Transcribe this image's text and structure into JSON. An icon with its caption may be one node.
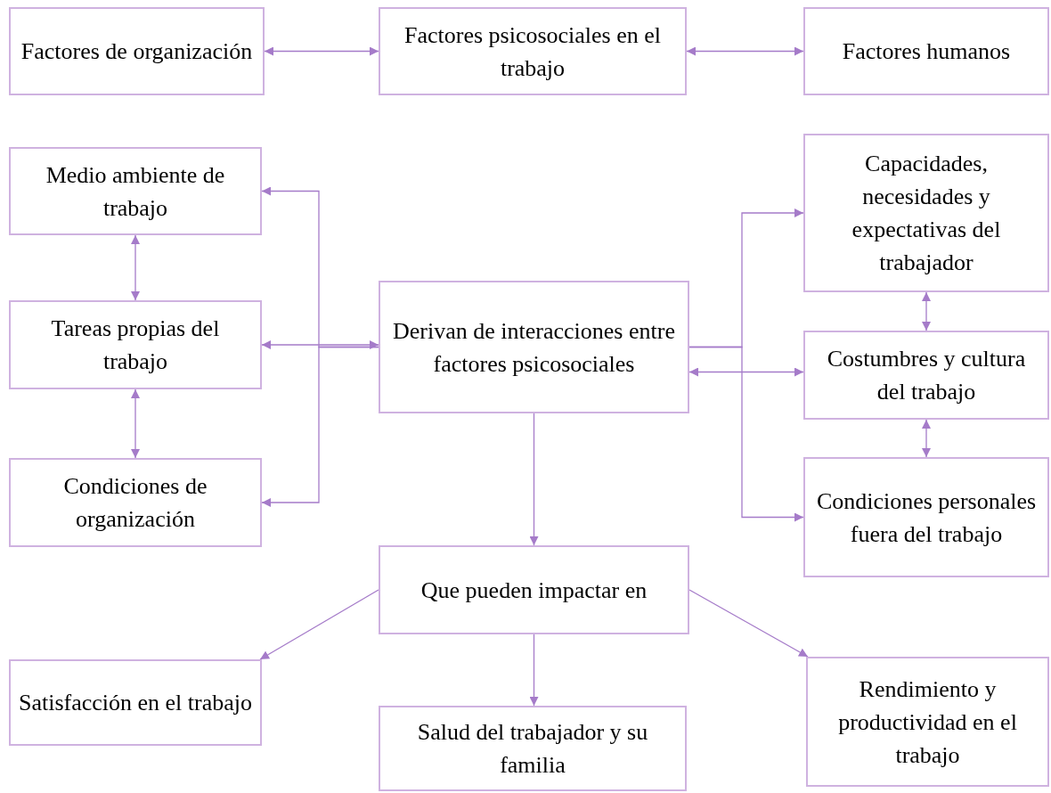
{
  "diagram": {
    "nodes": [
      {
        "text": [
          "Factores de organización"
        ]
      },
      {
        "text": [
          "Factores psicosociales en el trabajo"
        ]
      },
      {
        "text": [
          "Factores humanos"
        ]
      },
      {
        "text": [
          "Medio ambiente de trabajo"
        ]
      },
      {
        "text": [
          "Tareas propias del trabajo"
        ]
      },
      {
        "text": [
          "Condiciones de organización"
        ]
      },
      {
        "text": [
          "Derivan de interacciones entre factores psicosociales"
        ]
      },
      {
        "text": [
          "Capacidades, necesidades y expectativas del trabajador"
        ]
      },
      {
        "text": [
          "Costumbres y cultura del trabajo"
        ]
      },
      {
        "text": [
          "Condiciones personales fuera del trabajo"
        ]
      },
      {
        "text": [
          "Que pueden impactar en"
        ]
      },
      {
        "text": [
          "Satisfacción en el trabajo"
        ]
      },
      {
        "text": [
          "Salud del trabajador y su familia"
        ]
      },
      {
        "text": [
          "Rendimiento y productividad en el trabajo"
        ]
      }
    ],
    "edges": [
      {
        "from": 0,
        "to": 1,
        "arrow": "both"
      },
      {
        "from": 1,
        "to": 2,
        "arrow": "both"
      },
      {
        "from": 3,
        "to": 4,
        "arrow": "both"
      },
      {
        "from": 4,
        "to": 5,
        "arrow": "both"
      },
      {
        "from": 4,
        "to": 6,
        "arrow": "both"
      },
      {
        "from": 6,
        "to": 3,
        "arrow": "to"
      },
      {
        "from": 6,
        "to": 5,
        "arrow": "to"
      },
      {
        "from": 6,
        "to": 8,
        "arrow": "both"
      },
      {
        "from": 6,
        "to": 7,
        "arrow": "to"
      },
      {
        "from": 6,
        "to": 9,
        "arrow": "to"
      },
      {
        "from": 7,
        "to": 8,
        "arrow": "both"
      },
      {
        "from": 8,
        "to": 9,
        "arrow": "both"
      },
      {
        "from": 6,
        "to": 10,
        "arrow": "to"
      },
      {
        "from": 10,
        "to": 11,
        "arrow": "to"
      },
      {
        "from": 10,
        "to": 12,
        "arrow": "to"
      },
      {
        "from": 10,
        "to": 13,
        "arrow": "to"
      }
    ]
  }
}
